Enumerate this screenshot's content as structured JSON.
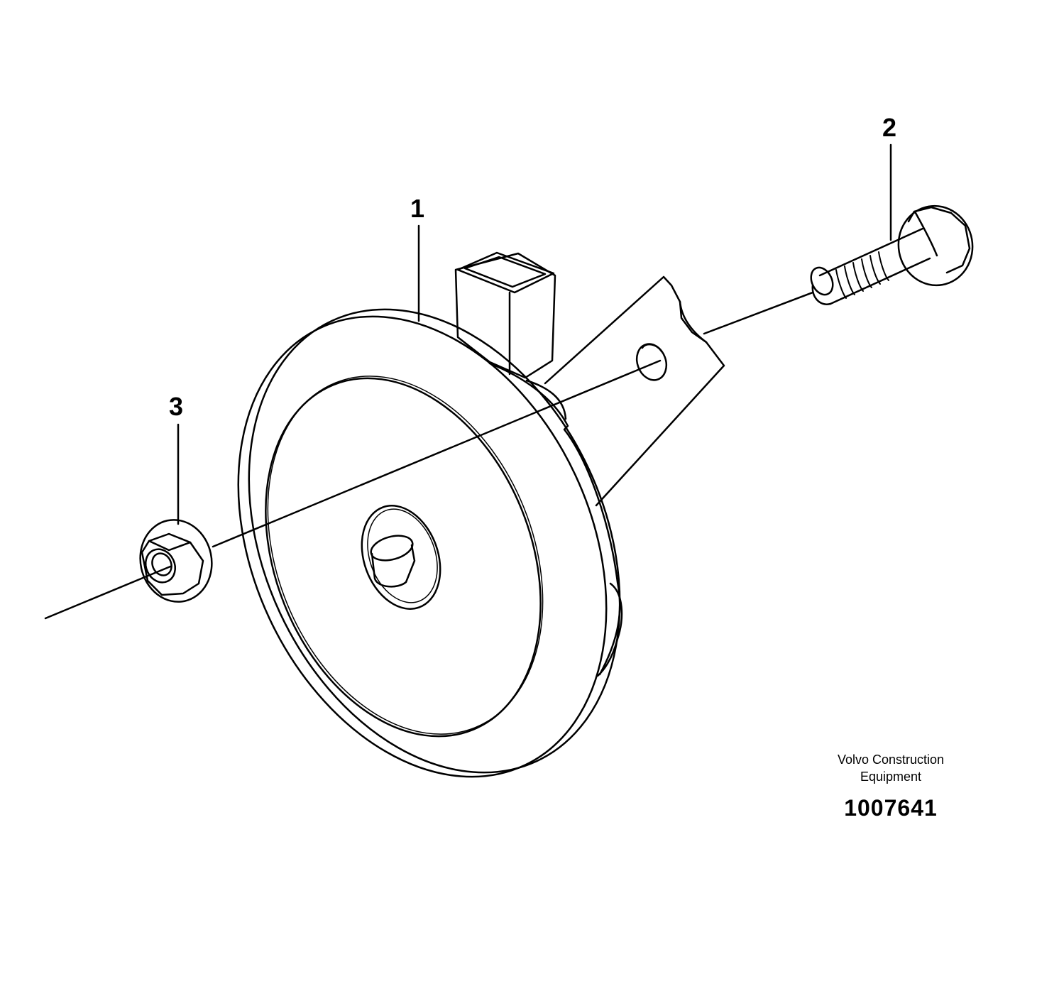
{
  "callouts": {
    "horn": "1",
    "bolt": "2",
    "nut": "3"
  },
  "caption": {
    "company_line1": "Volvo Construction",
    "company_line2": "Equipment",
    "drawing_number": "1007641"
  },
  "colors": {
    "line": "#000000",
    "background": "#ffffff"
  }
}
